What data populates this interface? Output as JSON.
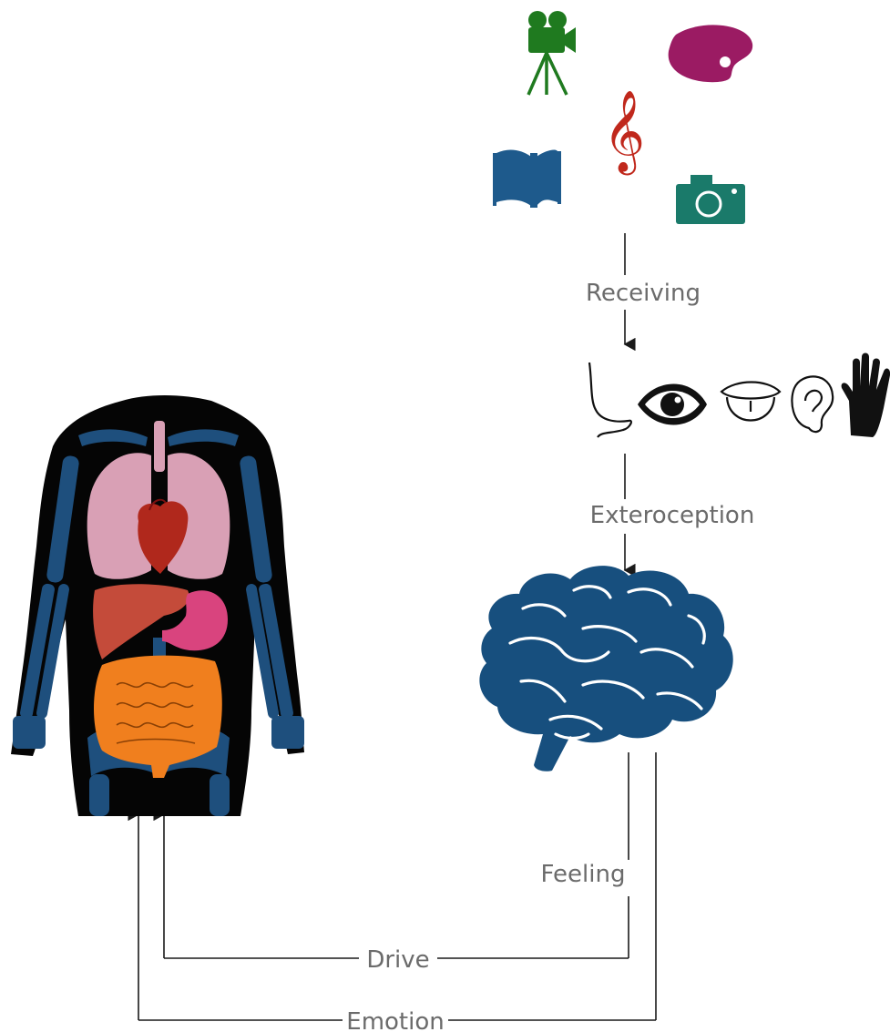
{
  "flow": {
    "receiving_label": "Receiving",
    "exteroception_label": "Exteroception",
    "feeling_label": "Feeling",
    "drive_label": "Drive",
    "emotion_label": "Emotion"
  },
  "nodes": {
    "arts": {
      "icons": [
        "film-camera-icon",
        "paint-palette-icon",
        "treble-clef-icon",
        "book-icon",
        "photo-camera-icon"
      ]
    },
    "senses": {
      "icons": [
        "nose-icon",
        "eye-icon",
        "tongue-icon",
        "ear-icon",
        "hand-icon"
      ]
    },
    "brain": {
      "icon": "brain-icon"
    },
    "body": {
      "icon": "human-body-organs-icon"
    }
  },
  "colors": {
    "film_camera": "#1f7a1f",
    "palette": "#9b1b63",
    "clef": "#c0281c",
    "book": "#1e5a8c",
    "photo_camera": "#1a7a6a",
    "brain": "#174f7e",
    "skeleton": "#1e4f7d",
    "lungs": "#d9a0b5",
    "heart": "#b0281c",
    "liver": "#c44b3a",
    "stomach": "#d9447e",
    "intestines": "#f07f1e"
  }
}
